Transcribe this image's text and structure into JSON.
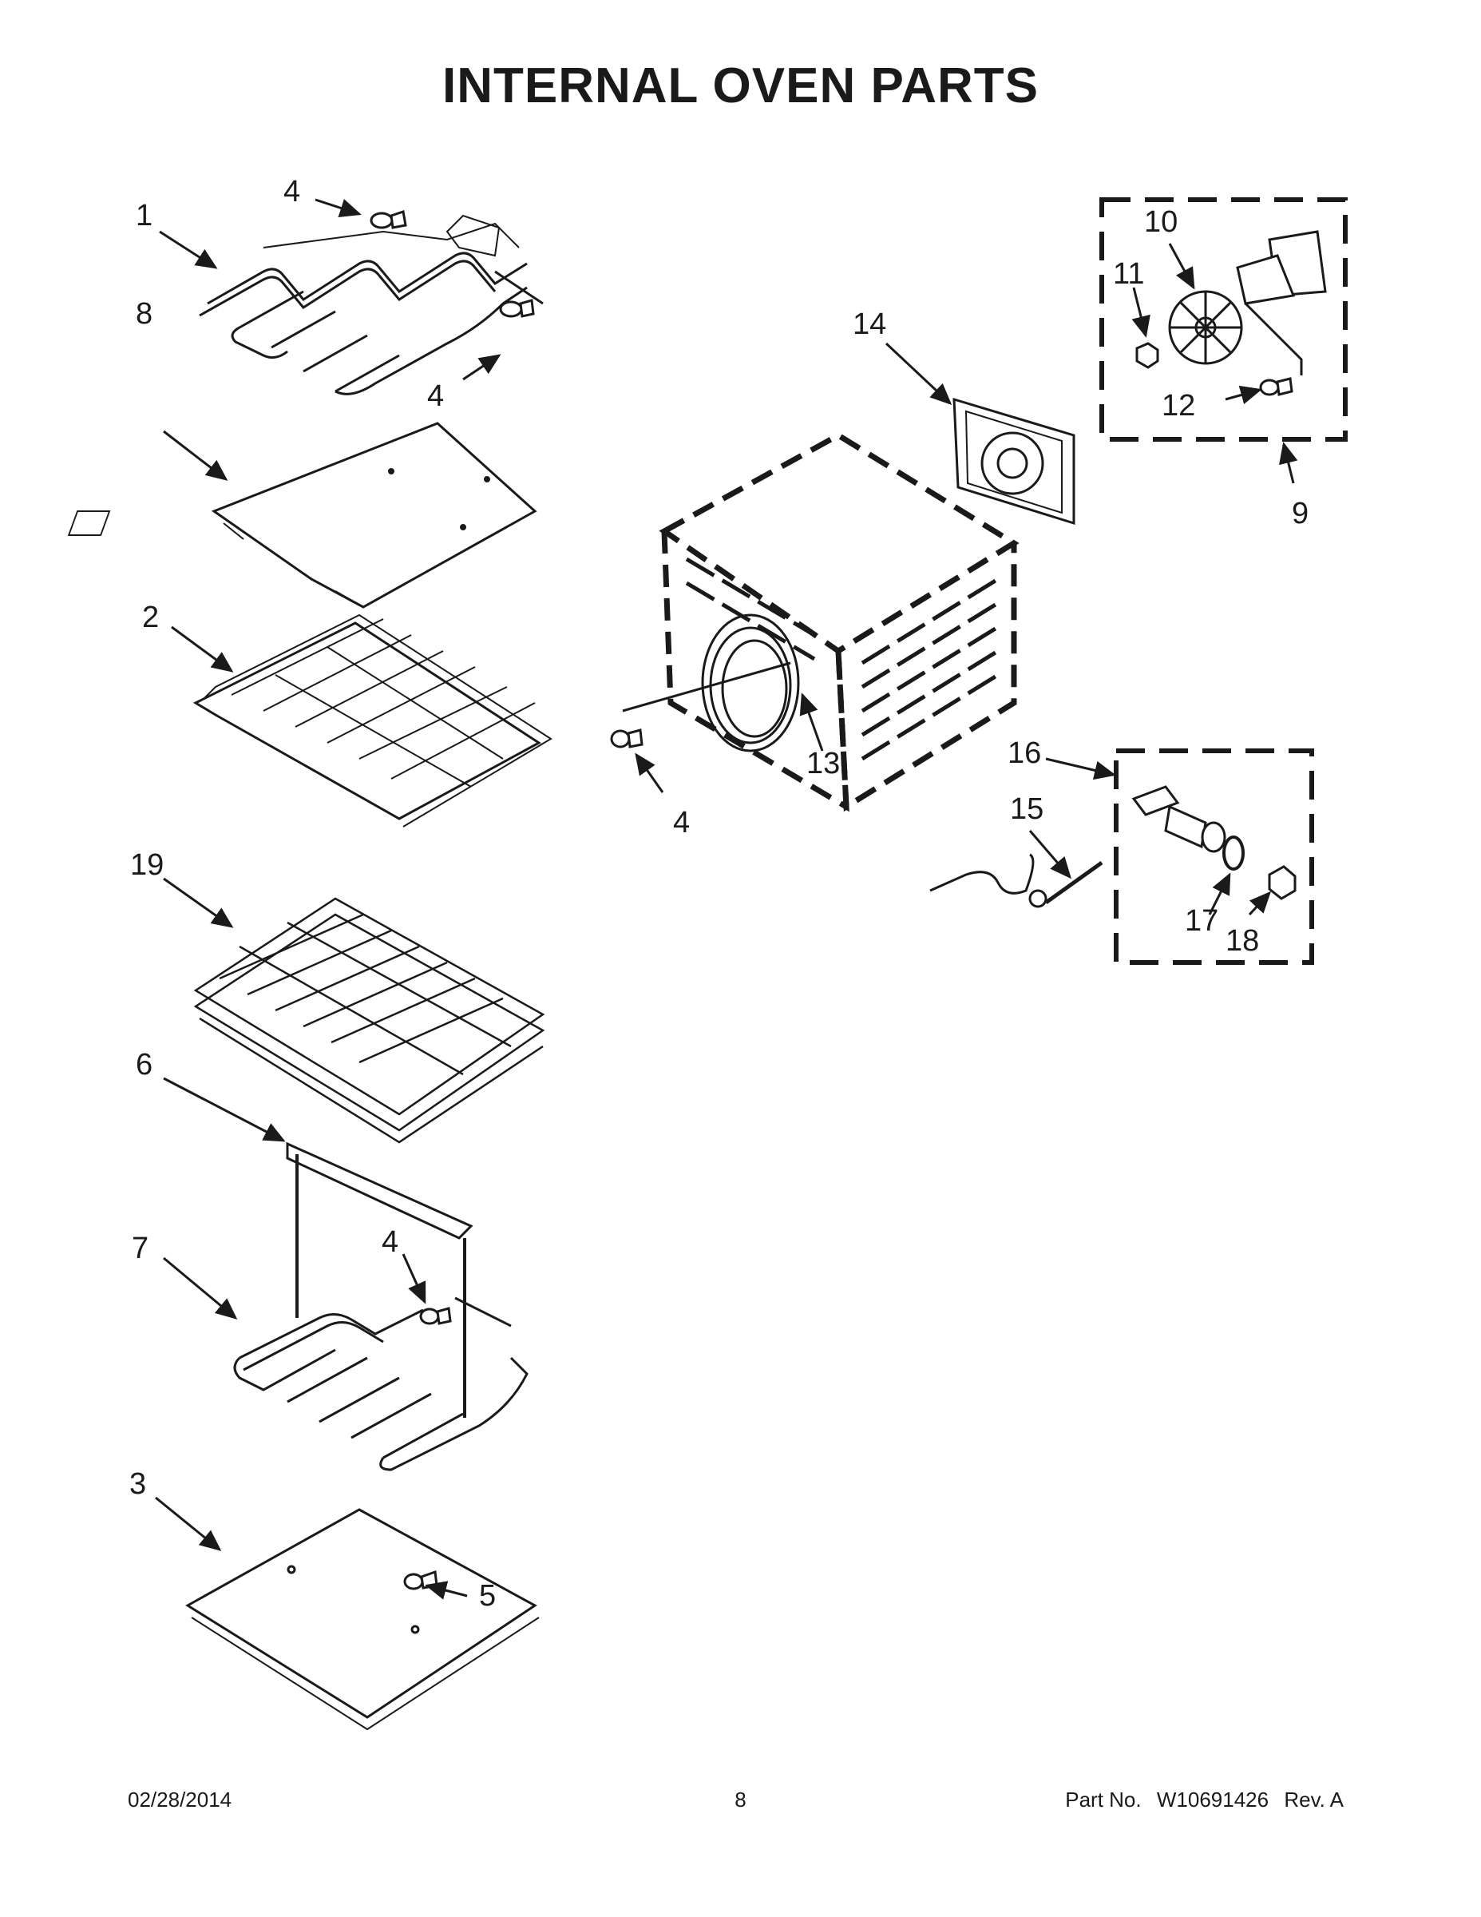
{
  "title": "INTERNAL OVEN PARTS",
  "callouts": [
    "1",
    "4",
    "4",
    "8",
    "2",
    "19",
    "6",
    "7",
    "4",
    "3",
    "5",
    "14",
    "10",
    "11",
    "12",
    "9",
    "13",
    "4",
    "16",
    "15",
    "17",
    "18"
  ],
  "footer": {
    "date": "02/28/2014",
    "page": "8",
    "part_label": "Part No.",
    "part_number": "W10691426",
    "revision": "Rev. A"
  }
}
